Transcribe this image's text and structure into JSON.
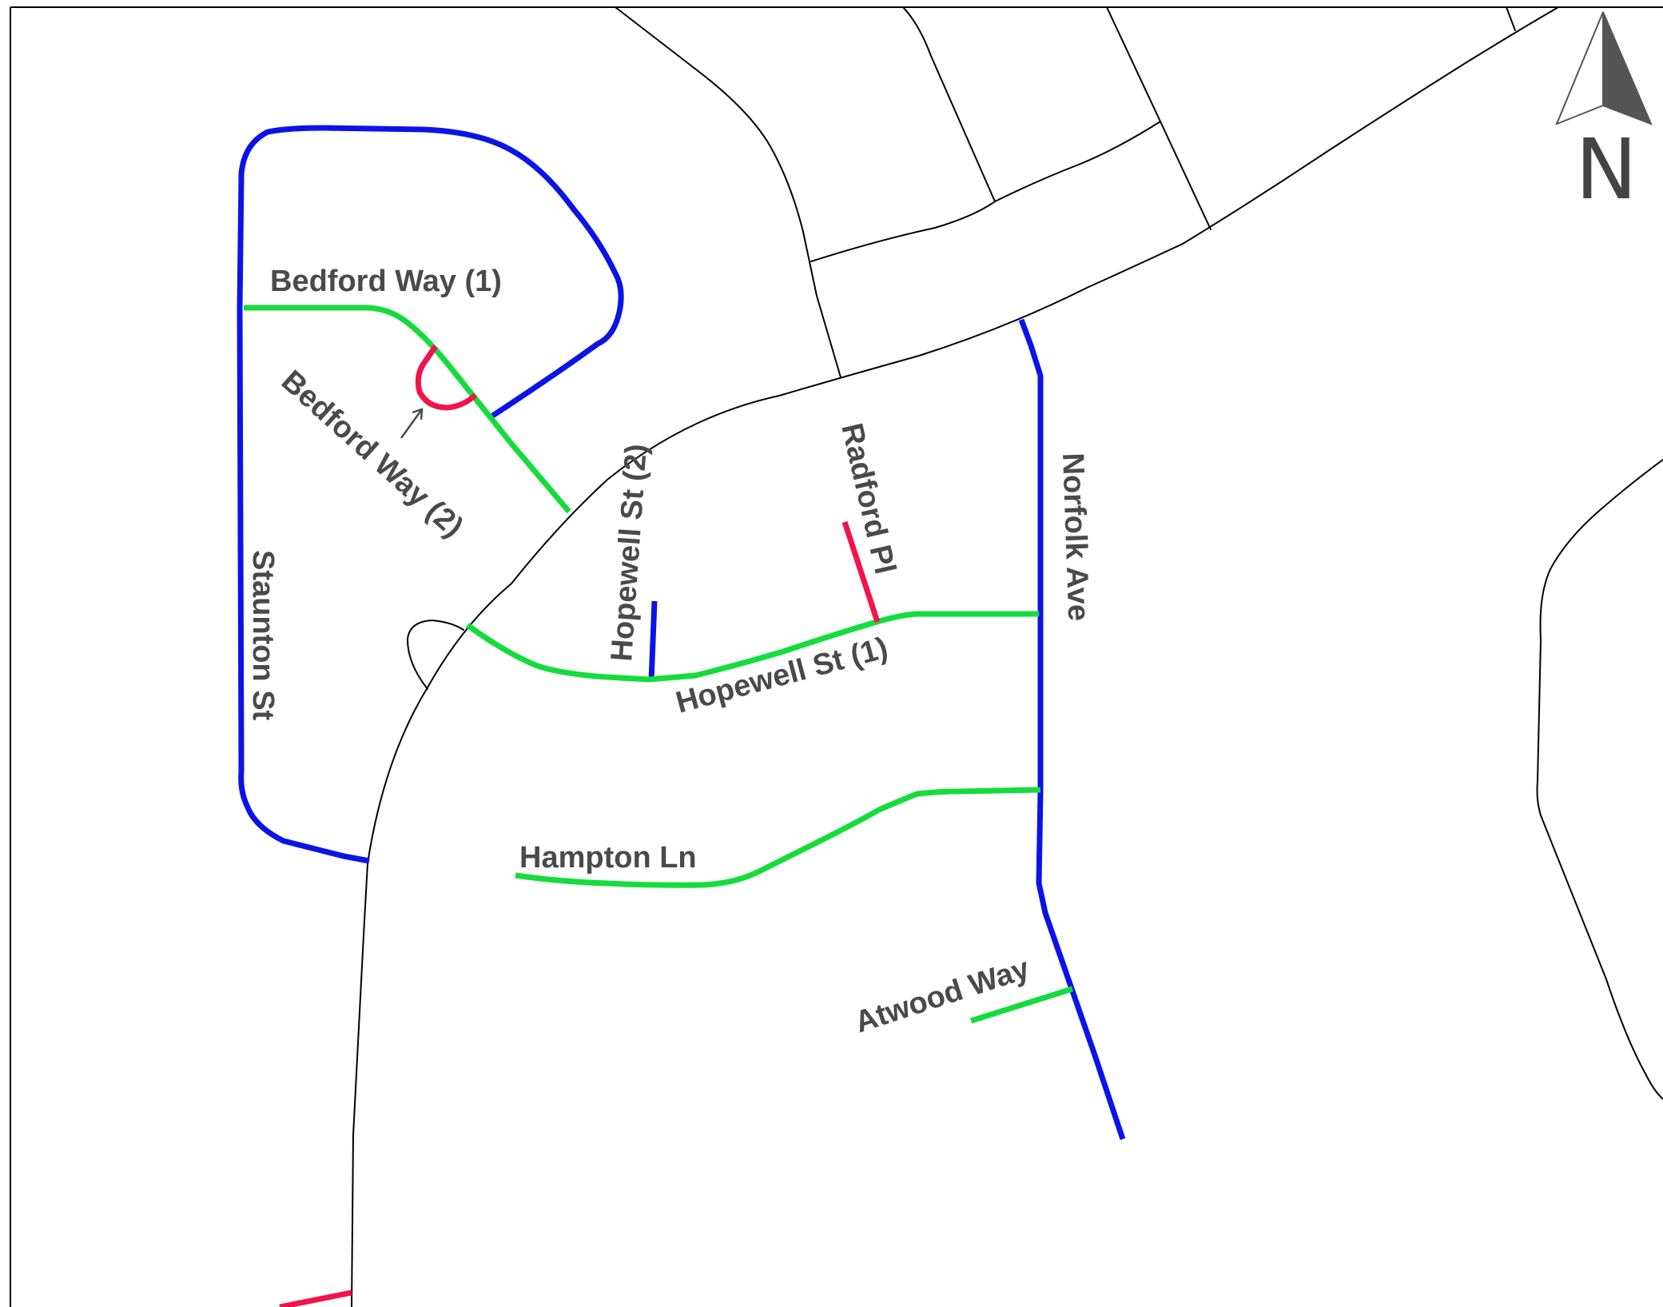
{
  "colors": {
    "background": "#ffffff",
    "base_street": "#000000",
    "blue_segment": "#0a14e6",
    "green_segment": "#14dc3c",
    "red_segment": "#f0144b",
    "label_text": "#4a4a4a"
  },
  "icons": {
    "north_arrow": "north-arrow-icon",
    "callout_arrow": "arrow-icon"
  },
  "north": {
    "letter": "N"
  },
  "streets": {
    "bedford_way_1": "Bedford Way (1)",
    "bedford_way_2": "Bedford Way (2)",
    "staunton_st": "Staunton St",
    "hopewell_st_2": "Hopewell St (2)",
    "hopewell_st_1": "Hopewell St (1)",
    "radford_pl": "Radford Pl",
    "norfolk_ave": "Norfolk Ave",
    "hampton_ln": "Hampton Ln",
    "atwood_way": "Atwood Way"
  }
}
